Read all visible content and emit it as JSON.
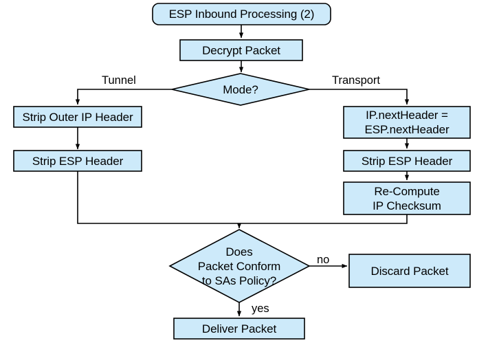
{
  "diagram": {
    "title": "ESP Inbound Processing (2)",
    "style": {
      "node_fill": "#cdeafa",
      "node_stroke": "#000000",
      "edge_stroke": "#000000",
      "background": "#ffffff"
    },
    "nodes": [
      {
        "id": "start",
        "shape": "rounded-rectangle",
        "label": "ESP Inbound Processing (2)"
      },
      {
        "id": "decrypt",
        "shape": "rectangle",
        "label": "Decrypt Packet"
      },
      {
        "id": "mode",
        "shape": "diamond",
        "label": "Mode?"
      },
      {
        "id": "strip-outer",
        "shape": "rectangle",
        "label": "Strip Outer IP Header"
      },
      {
        "id": "strip-esp-l",
        "shape": "rectangle",
        "label": "Strip ESP Header"
      },
      {
        "id": "next-header",
        "shape": "rectangle",
        "label": "IP.nextHeader =\nESP.nextHeader"
      },
      {
        "id": "strip-esp-r",
        "shape": "rectangle",
        "label": "Strip ESP Header"
      },
      {
        "id": "recompute",
        "shape": "rectangle",
        "label": "Re-Compute\nIP Checksum"
      },
      {
        "id": "conform",
        "shape": "diamond",
        "label": "Does\nPacket Conform\nto SAs Policy?"
      },
      {
        "id": "discard",
        "shape": "rectangle",
        "label": "Discard Packet"
      },
      {
        "id": "deliver",
        "shape": "rectangle",
        "label": "Deliver Packet"
      }
    ],
    "edge_labels": [
      {
        "id": "tunnel",
        "text": "Tunnel"
      },
      {
        "id": "transport",
        "text": "Transport"
      },
      {
        "id": "no",
        "text": "no"
      },
      {
        "id": "yes",
        "text": "yes"
      }
    ]
  }
}
